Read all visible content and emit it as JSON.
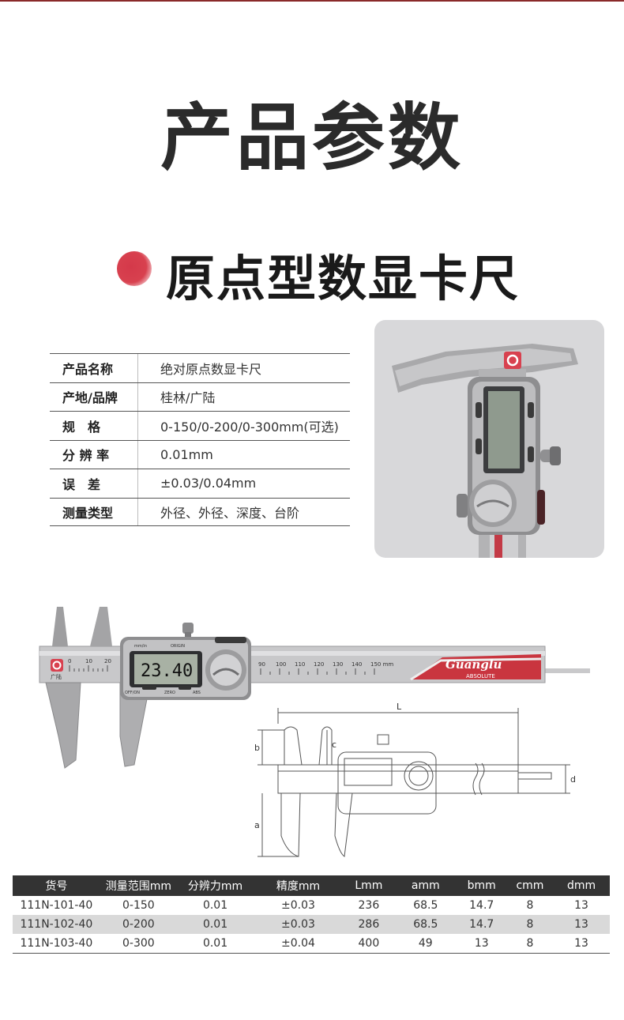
{
  "header": {
    "title": "产品参数"
  },
  "product": {
    "name": "原点型数显卡尺"
  },
  "specs": [
    {
      "key": "产品名称",
      "value": "绝对原点数显卡尺"
    },
    {
      "key": "产地/品牌",
      "value": "桂林/广陆"
    },
    {
      "key": "规　格",
      "value": "0-150/0-200/0-300mm(可选)"
    },
    {
      "key": "分 辨 率",
      "value": "0.01mm"
    },
    {
      "key": "误　差",
      "value": "±0.03/0.04mm"
    },
    {
      "key": "测量类型",
      "value": "外径、外径、深度、台阶"
    }
  ],
  "caliper": {
    "display_value": "23.40",
    "brand_script": "Guanglu",
    "brand_sub": "ABSOLUTE",
    "logo_text": "广陆",
    "button_labels": {
      "mode": "mm/in",
      "origin": "ORIGIN",
      "onoff": "OFF/ON",
      "zero": "ZERO",
      "abs": "ABS"
    },
    "scale_left": [
      "0",
      "10",
      "20"
    ],
    "scale_right": [
      "90",
      "100",
      "110",
      "120",
      "130",
      "140",
      "150 mm"
    ]
  },
  "dimension_labels": {
    "L": "L",
    "a": "a",
    "b": "b",
    "c": "c",
    "d": "d"
  },
  "table": {
    "headers": [
      "货号",
      "测量范围mm",
      "分辨力mm",
      "精度mm",
      "Lmm",
      "amm",
      "bmm",
      "cmm",
      "dmm"
    ],
    "rows": [
      [
        "111N-101-40",
        "0-150",
        "0.01",
        "±0.03",
        "236",
        "68.5",
        "14.7",
        "8",
        "13"
      ],
      [
        "111N-102-40",
        "0-200",
        "0.01",
        "±0.03",
        "286",
        "68.5",
        "14.7",
        "8",
        "13"
      ],
      [
        "111N-103-40",
        "0-300",
        "0.01",
        "±0.04",
        "400",
        "49",
        "13",
        "8",
        "13"
      ]
    ]
  },
  "colors": {
    "accent": "#d8414f",
    "dark": "#333333",
    "stripe": "#d9d9d9"
  }
}
